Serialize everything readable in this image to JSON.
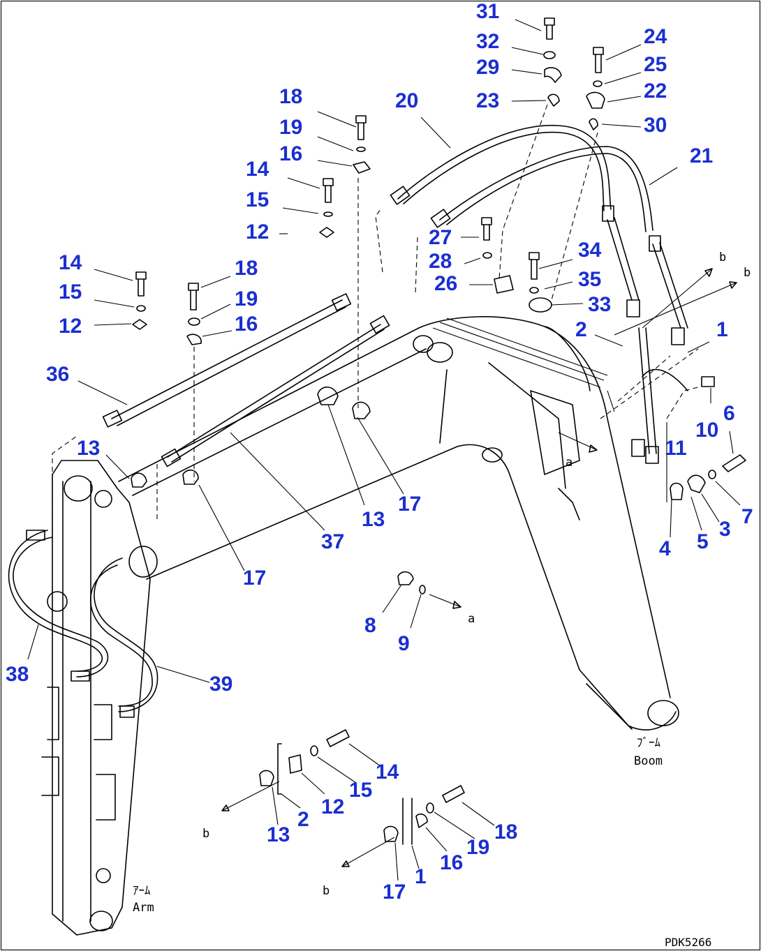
{
  "callouts": [
    {
      "text": "31"
    },
    {
      "text": "32"
    },
    {
      "text": "29"
    },
    {
      "text": "23"
    },
    {
      "text": "24"
    },
    {
      "text": "25"
    },
    {
      "text": "22"
    },
    {
      "text": "30"
    },
    {
      "text": "20"
    },
    {
      "text": "21"
    },
    {
      "text": "18"
    },
    {
      "text": "19"
    },
    {
      "text": "16"
    },
    {
      "text": "14"
    },
    {
      "text": "15"
    },
    {
      "text": "12"
    },
    {
      "text": "27"
    },
    {
      "text": "28"
    },
    {
      "text": "26"
    },
    {
      "text": "34"
    },
    {
      "text": "35"
    },
    {
      "text": "33"
    },
    {
      "text": "14"
    },
    {
      "text": "15"
    },
    {
      "text": "12"
    },
    {
      "text": "18"
    },
    {
      "text": "19"
    },
    {
      "text": "16"
    },
    {
      "text": "36"
    },
    {
      "text": "2"
    },
    {
      "text": "1"
    },
    {
      "text": "10"
    },
    {
      "text": "6"
    },
    {
      "text": "11"
    },
    {
      "text": "13"
    },
    {
      "text": "13"
    },
    {
      "text": "17"
    },
    {
      "text": "37"
    },
    {
      "text": "17"
    },
    {
      "text": "7"
    },
    {
      "text": "3"
    },
    {
      "text": "5"
    },
    {
      "text": "4"
    },
    {
      "text": "8"
    },
    {
      "text": "9"
    },
    {
      "text": "38"
    },
    {
      "text": "39"
    },
    {
      "text": "14"
    },
    {
      "text": "15"
    },
    {
      "text": "12"
    },
    {
      "text": "13"
    },
    {
      "text": "2"
    },
    {
      "text": "18"
    },
    {
      "text": "19"
    },
    {
      "text": "16"
    },
    {
      "text": "17"
    },
    {
      "text": "1"
    }
  ],
  "view_letters": {
    "a": "a",
    "b": "b"
  },
  "captions": {
    "boom_code": "ﾌﾞｰﾑ",
    "boom": "Boom",
    "arm_code": "ｱｰﾑ",
    "arm": "Arm"
  },
  "drawing_code": "PDK5266"
}
